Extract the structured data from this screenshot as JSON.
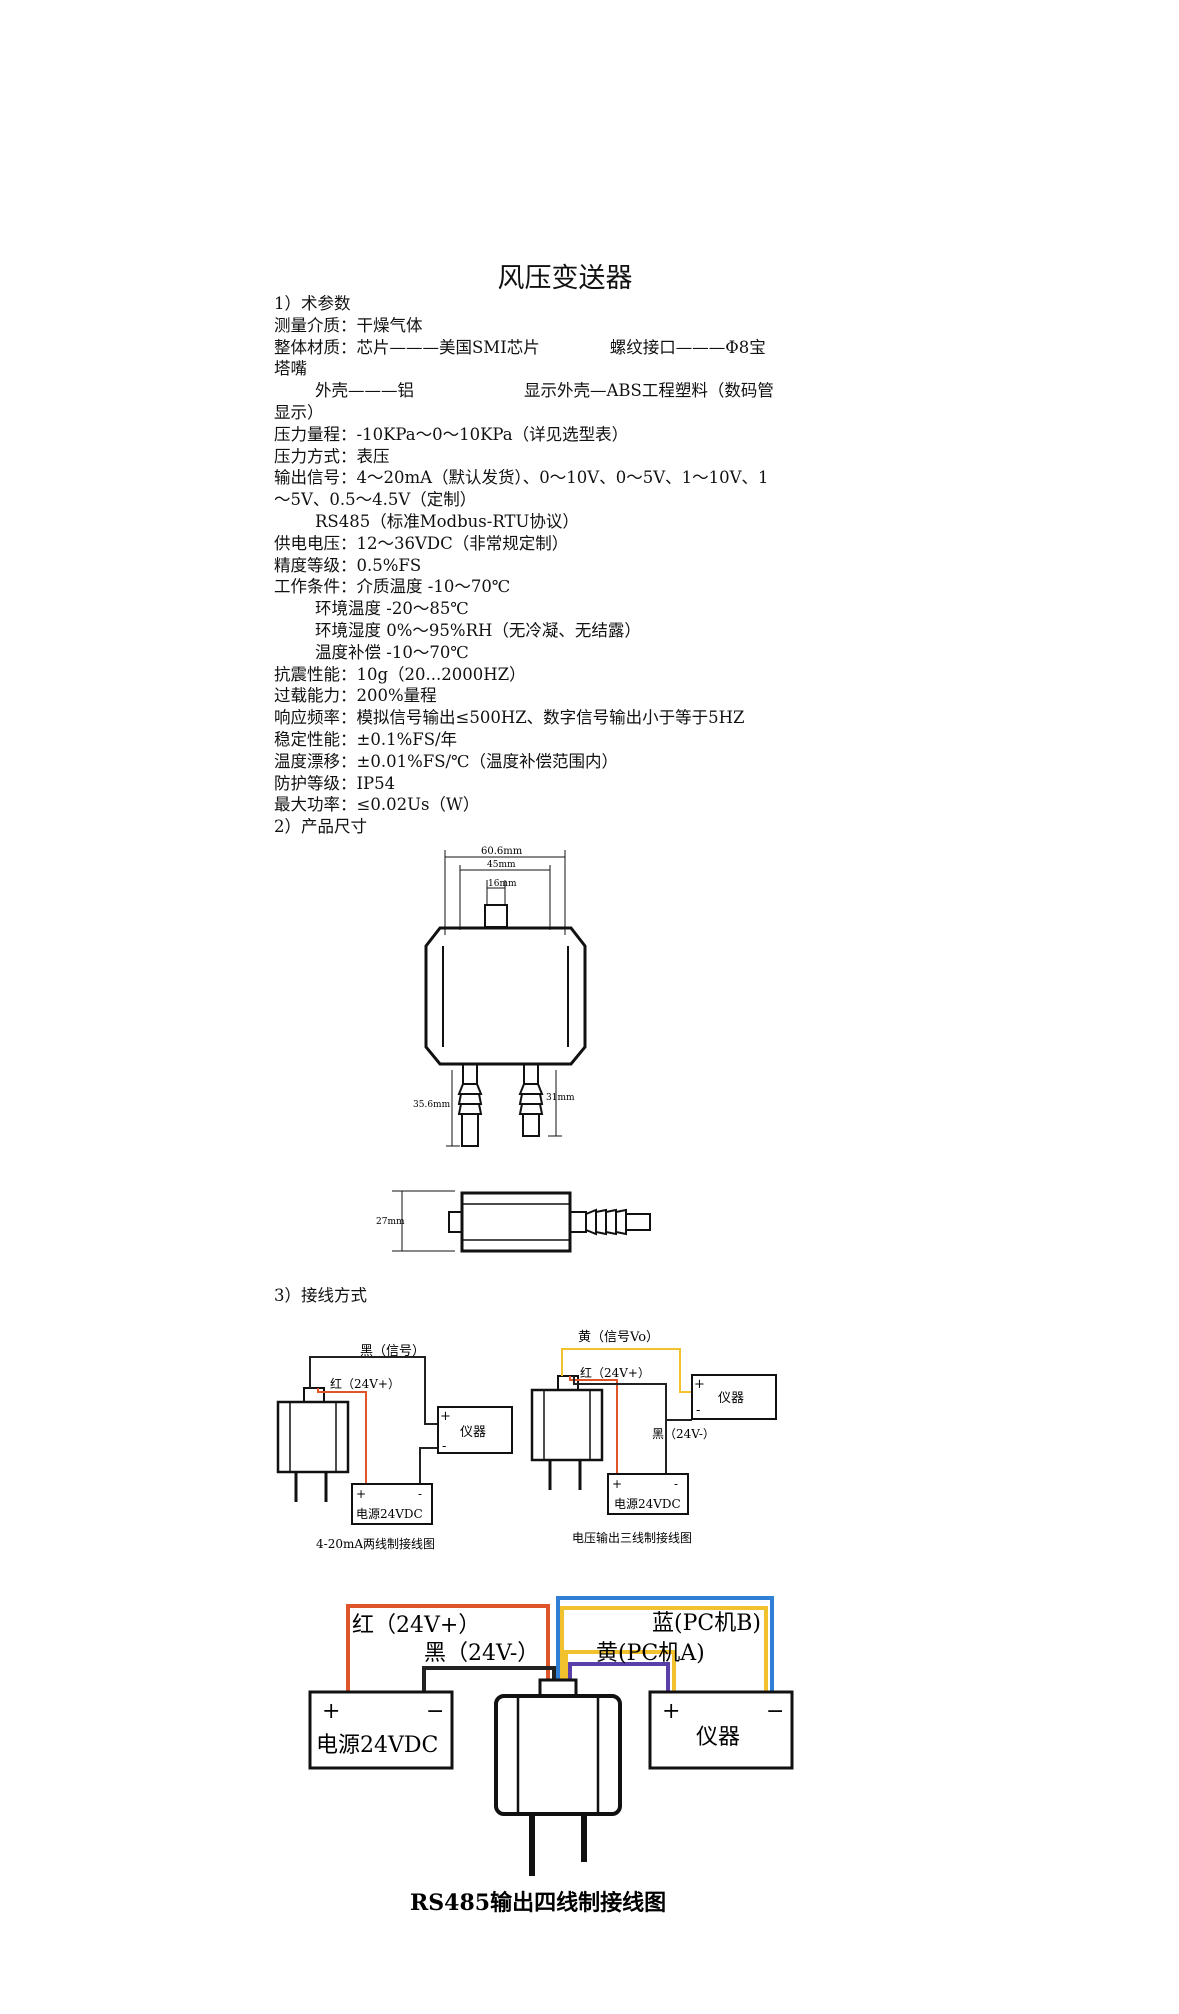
{
  "title": "风压变送器",
  "spec_lines": [
    {
      "text": "1）术参数",
      "indent": false
    },
    {
      "text": "测量介质：干燥气体",
      "indent": false
    },
    {
      "text": "整体材质：芯片———美国SMI芯片",
      "tail": "螺纹接口———Φ8宝",
      "indent": false
    },
    {
      "text": "塔嘴",
      "indent": false
    },
    {
      "text": "外壳———铝",
      "tail": "显示外壳—ABS工程塑料（数码管",
      "indent": true
    },
    {
      "text": "显示）",
      "indent": false
    },
    {
      "text": "压力量程：-10KPa～0～10KPa（详见选型表）",
      "indent": false
    },
    {
      "text": "压力方式：表压",
      "indent": false
    },
    {
      "text": "输出信号：4～20mA（默认发货）、0～10V、0～5V、1～10V、1",
      "indent": false
    },
    {
      "text": "～5V、0.5～4.5V（定制）",
      "indent": false
    },
    {
      "text": "RS485（标准Modbus-RTU协议）",
      "indent": true
    },
    {
      "text": "供电电压：12～36VDC（非常规定制）",
      "indent": false
    },
    {
      "text": "精度等级：0.5%FS",
      "indent": false
    },
    {
      "text": "工作条件：介质温度  -10～70℃",
      "indent": false
    },
    {
      "text": "环境温度  -20～85℃",
      "indent": true
    },
    {
      "text": "环境湿度  0%～95%RH（无冷凝、无结露）",
      "indent": true
    },
    {
      "text": "温度补偿  -10～70℃",
      "indent": true
    },
    {
      "text": "抗震性能：10g（20...2000HZ）",
      "indent": false
    },
    {
      "text": "过载能力：200%量程",
      "indent": false
    },
    {
      "text": "响应频率：模拟信号输出≤500HZ、数字信号输出小于等于5HZ",
      "indent": false
    },
    {
      "text": "稳定性能：±0.1%FS/年",
      "indent": false
    },
    {
      "text": "温度漂移：±0.01%FS/℃（温度补偿范围内）",
      "indent": false
    },
    {
      "text": "防护等级：IP54",
      "indent": false
    },
    {
      "text": "最大功率：≤0.02Us（W）",
      "indent": false
    },
    {
      "text": "2）产品尺寸",
      "indent": false
    }
  ],
  "section3": "3）接线方式",
  "dimensions": {
    "width_total": "60.6mm",
    "width_body": "45mm",
    "width_port": "16mm",
    "height_left": "35.6mm",
    "height_right": "31mm",
    "depth": "27mm"
  },
  "wiring_two": {
    "black_label": "黑（信号）",
    "red_label": "红（24V+）",
    "plus": "+",
    "minus": "-",
    "instrument": "仪器",
    "power": "电源24VDC",
    "caption": "4-20mA两线制接线图"
  },
  "wiring_three": {
    "yellow_label": "黄（信号Vo）",
    "red_label": "红（24V+）",
    "black_label": "黑（24V-）",
    "plus": "+",
    "minus": "-",
    "instrument": "仪器",
    "power": "电源24VDC",
    "caption": "电压输出三线制接线图"
  },
  "wiring_four": {
    "red_label": "红（24V+）",
    "black_label": "黑（24V-）",
    "blue_label": "蓝(PC机B)",
    "yellow_label": "黄(PC机A)",
    "plus": "+",
    "minus": "−",
    "power": "电源24VDC",
    "instrument": "仪器",
    "caption": "RS485输出四线制接线图"
  },
  "colors": {
    "red_wire": "#e0542b",
    "black_wire": "#222222",
    "yellow_wire": "#f2c12e",
    "blue_wire": "#2f7fd6",
    "purple_wire": "#5b3fa8"
  }
}
